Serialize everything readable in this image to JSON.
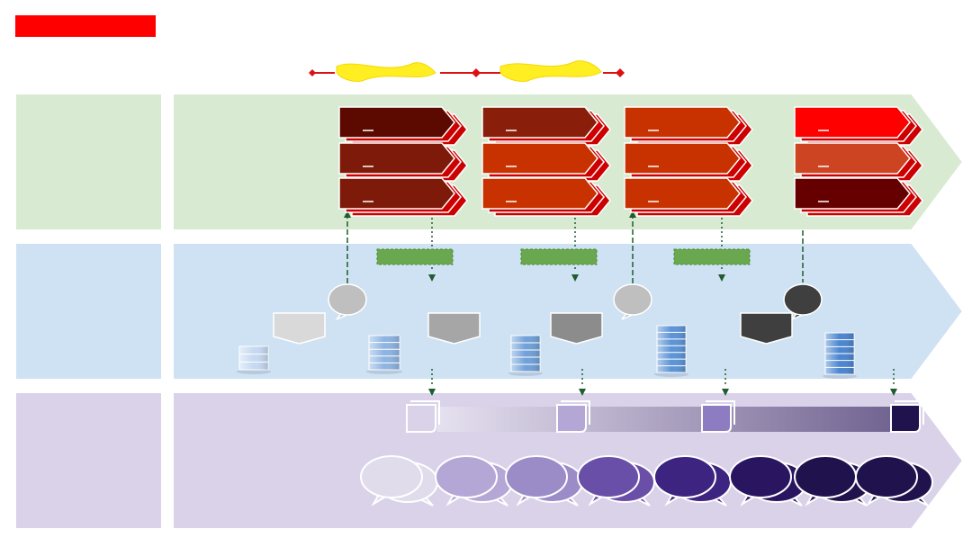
{
  "header": {
    "title_bar_color": "#ff0000",
    "timeline_color": "#dd1111",
    "highlight_color": "#ffee22"
  },
  "lanes": [
    {
      "id": "lane-1",
      "label": "",
      "color": "#d9ead3"
    },
    {
      "id": "lane-2",
      "label": "",
      "color": "#cfe2f3"
    },
    {
      "id": "lane-3",
      "label": "",
      "color": "#d9d2e9"
    }
  ],
  "stages": [
    {
      "arrows": [
        {
          "color": "#5c0a00"
        },
        {
          "color": "#7e1a0a"
        },
        {
          "color": "#7e1a0a"
        }
      ]
    },
    {
      "arrows": [
        {
          "color": "#891e0a"
        },
        {
          "color": "#c83200"
        },
        {
          "color": "#c83200"
        }
      ]
    },
    {
      "arrows": [
        {
          "color": "#c83200"
        },
        {
          "color": "#c83200"
        },
        {
          "color": "#c83200"
        }
      ]
    },
    {
      "arrows": [
        {
          "color": "#ff0000"
        },
        {
          "color": "#cc4422"
        },
        {
          "color": "#660000"
        }
      ]
    }
  ],
  "green_tags": [
    {
      "label": ""
    },
    {
      "label": ""
    },
    {
      "label": ""
    }
  ],
  "middle_shapes": [
    {
      "kind": "chevron",
      "color": "#d9d9d9"
    },
    {
      "kind": "chevron",
      "color": "#a6a6a6"
    },
    {
      "kind": "chevron",
      "color": "#8c8c8c"
    },
    {
      "kind": "chevron",
      "color": "#3f3f3f"
    }
  ],
  "callouts": [
    {
      "color": "#bfbfbf"
    },
    {
      "color": "#bfbfbf"
    },
    {
      "color": "#3f3f3f"
    }
  ],
  "databases": [
    {
      "color": "#c6d9f1"
    },
    {
      "color": "#8db3e2"
    },
    {
      "color": "#6fa0d8"
    },
    {
      "color": "#5b93d6"
    },
    {
      "color": "#4a85cf"
    }
  ],
  "documents": [
    {
      "color": "#d9d2e9"
    },
    {
      "color": "#b4a7d6"
    },
    {
      "color": "#8e7cc3"
    },
    {
      "color": "#20124d"
    }
  ],
  "speech_bubbles": [
    {
      "color": "#e0dcec"
    },
    {
      "color": "#b4a7d6"
    },
    {
      "color": "#9b8cc8"
    },
    {
      "color": "#6a4fa8"
    },
    {
      "color": "#3d2480"
    },
    {
      "color": "#2a1660"
    },
    {
      "color": "#20124d"
    },
    {
      "color": "#20124d"
    }
  ]
}
